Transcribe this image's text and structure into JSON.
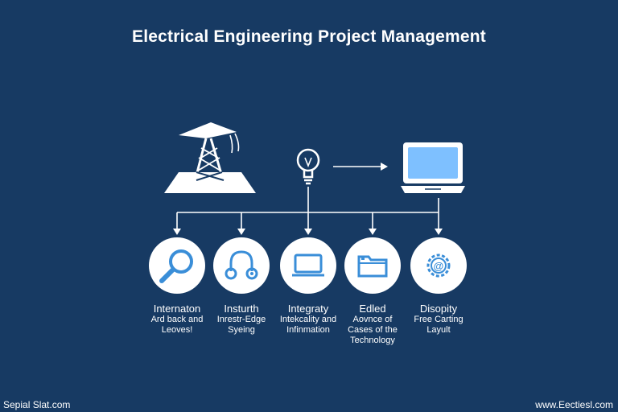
{
  "title": "Electrical Engineering Project Management",
  "colors": {
    "background": "#173a63",
    "line": "#ffffff",
    "icon_accent": "#3a8ed8",
    "screen": "#7ec0ff"
  },
  "top_icons": [
    "transmission-tower-icon",
    "lightbulb-icon",
    "laptop-icon"
  ],
  "nodes": [
    {
      "icon": "magnifier-icon",
      "label": "Internaton",
      "desc": [
        "Ard back and",
        "Leoves!"
      ]
    },
    {
      "icon": "headphones-icon",
      "label": "Insturth",
      "desc": [
        "Inrestr-Edge",
        "Syeing"
      ]
    },
    {
      "icon": "monitor-icon",
      "label": "Integraty",
      "desc": [
        "Intekcality and",
        "Infinmation"
      ]
    },
    {
      "icon": "folder-icon",
      "label": "Edled",
      "desc": [
        "Aovnce of",
        "Cases of the",
        "Technology"
      ]
    },
    {
      "icon": "gear-at-icon",
      "label": "Disopity",
      "desc": [
        "Free Carting",
        "Layult"
      ]
    }
  ],
  "footer": {
    "left": "Sepial Slat.com",
    "right": "www.Eectiesl.com"
  }
}
